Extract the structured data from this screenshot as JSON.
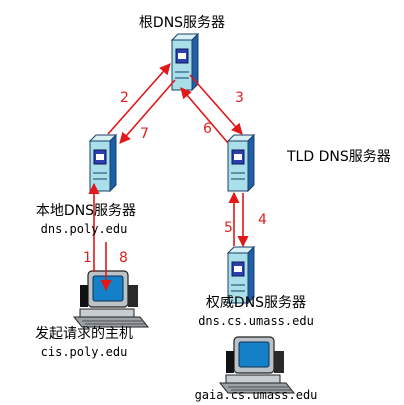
{
  "nodes": {
    "root": {
      "label": "根DNS服务器"
    },
    "tld": {
      "label": "TLD DNS服务器"
    },
    "local": {
      "label": "本地DNS服务器",
      "host": "dns.poly.edu"
    },
    "authoritative": {
      "label": "权威DNS服务器",
      "host": "dns.cs.umass.edu"
    },
    "requester": {
      "label": "发起请求的主机",
      "host": "cis.poly.edu"
    },
    "target": {
      "host": "gaia.cs.umass.edu"
    }
  },
  "steps": [
    "1",
    "2",
    "3",
    "4",
    "5",
    "6",
    "7",
    "8"
  ],
  "colors": {
    "arrow": "#e01818",
    "server_front": "#a8dfe8",
    "server_side": "#1f5fa8",
    "server_screen": "#2b3fb0",
    "monitor_screen": "#1480c8"
  }
}
